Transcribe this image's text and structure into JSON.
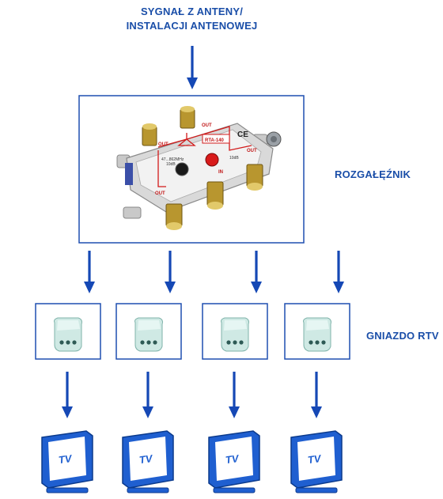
{
  "labels": {
    "source_line1": "SYGNAŁ Z ANTENY/",
    "source_line2": "INSTALACJI ANTENOWEJ",
    "splitter": "ROZGAŁĘŹNIK",
    "socket": "GNIAZDO RTV"
  },
  "splitter_device": {
    "model": "RTA-140",
    "port_out": "OUT",
    "port_in": "IN",
    "ce_mark": "CE",
    "freq_text": "47...862MHz",
    "db_text": "10dB",
    "db_text2": "10dB"
  },
  "tv": {
    "label": "TV"
  },
  "colors": {
    "accent": "#1a4ea8",
    "arrow": "#1548b5",
    "tv": "#1f5fd0",
    "socket": "#cfe9e4"
  }
}
